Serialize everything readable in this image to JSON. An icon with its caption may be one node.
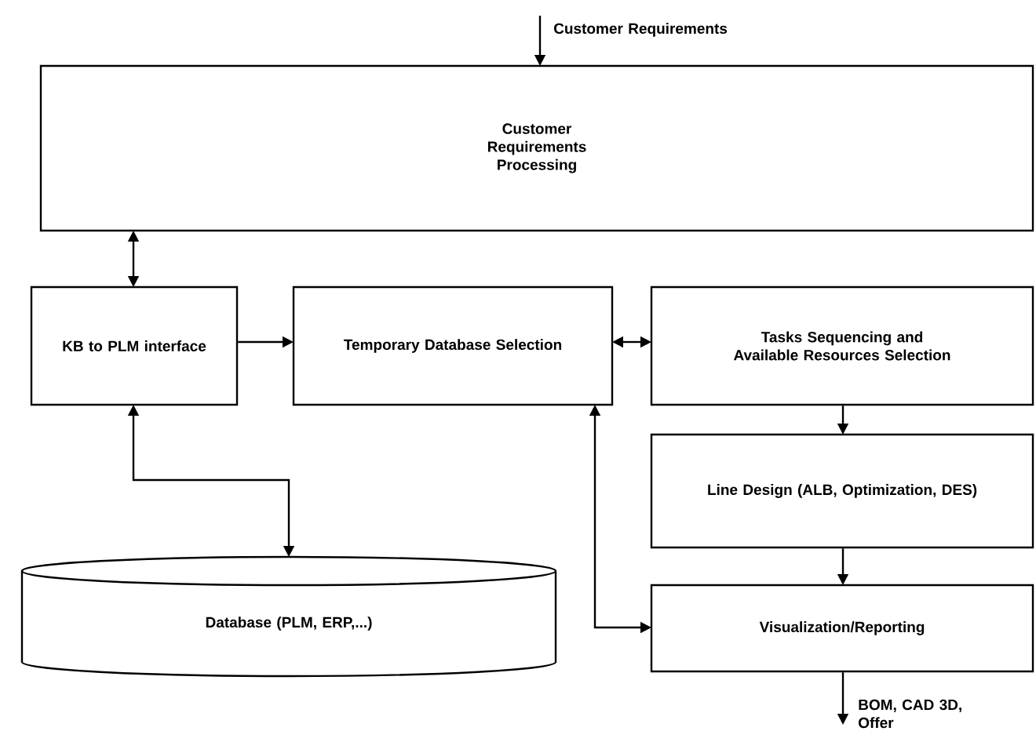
{
  "diagram": {
    "nodes": [
      {
        "text": [
          "Customer Requirements Processing"
        ]
      },
      {
        "text": [
          "KB to PLM interface"
        ]
      },
      {
        "text": [
          "Temporary Database Selection"
        ]
      },
      {
        "text": [
          "Tasks Sequencing and Available Resources Selection"
        ]
      },
      {
        "text": [
          "Line Design (ALB, Optimization, DES)"
        ]
      },
      {
        "text": [
          "Visualization/Reporting"
        ]
      },
      {
        "text": [
          "Database (PLM, ERP,...)"
        ]
      }
    ],
    "edges": [
      {
        "from": 0,
        "to": 1,
        "arrow": "both"
      },
      {
        "from": 1,
        "to": 2,
        "arrow": "to"
      },
      {
        "from": 2,
        "to": 3,
        "arrow": "both"
      },
      {
        "from": 3,
        "to": 4,
        "arrow": "to"
      },
      {
        "from": 4,
        "to": 5,
        "arrow": "to"
      },
      {
        "from": 1,
        "to": 6,
        "arrow": "both"
      },
      {
        "from": 2,
        "to": 5,
        "arrow": "both"
      },
      {
        "from": null,
        "to": 0,
        "arrow": "to",
        "label": "Customer Requirements"
      },
      {
        "from": 5,
        "to": null,
        "arrow": "to",
        "label": "BOM, CAD 3D, Offer"
      }
    ]
  }
}
